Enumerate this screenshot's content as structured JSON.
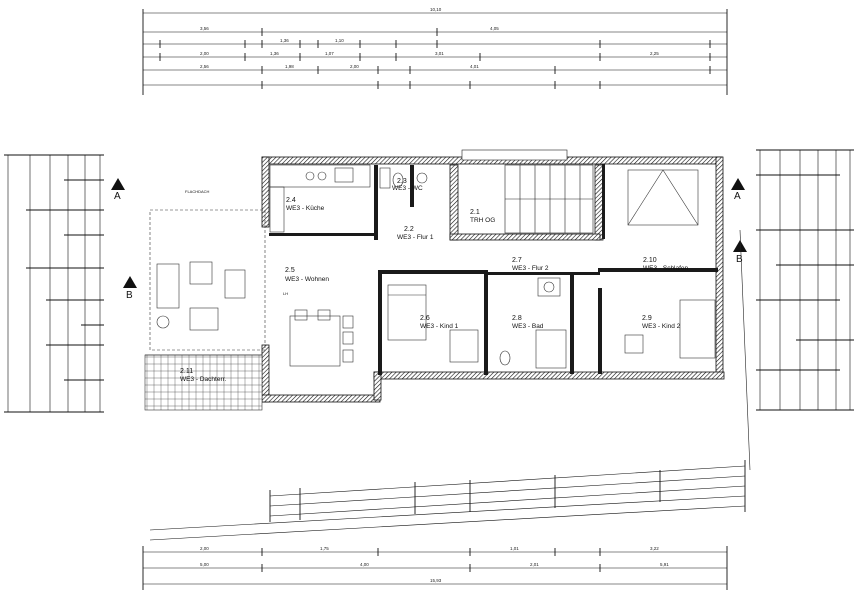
{
  "rooms": [
    {
      "number": "2.4",
      "name": "WE3 - Küche"
    },
    {
      "number": "2.3",
      "name": "WE3 - WC"
    },
    {
      "number": "2.2",
      "name": "WE3 - Flur 1"
    },
    {
      "number": "2.1",
      "name": "TRH OG"
    },
    {
      "number": "2.5",
      "name": "WE3 - Wohnen"
    },
    {
      "number": "2.7",
      "name": "WE3 - Flur 2"
    },
    {
      "number": "2.10",
      "name": "WE3 - Schlafen"
    },
    {
      "number": "2.6",
      "name": "WE3 - Kind 1"
    },
    {
      "number": "2.8",
      "name": "WE3 - Bad"
    },
    {
      "number": "2.9",
      "name": "WE3 - Kind 2"
    },
    {
      "number": "2.11",
      "name": "WE3 - Dachterr."
    }
  ],
  "section_markers": {
    "a_left": "A",
    "a_right": "A",
    "b_left": "B",
    "b_right": "B"
  },
  "labels": {
    "flachdach": "FLACHDACH",
    "lh": "LH"
  },
  "top_dims": {
    "overall": "10,10",
    "row2": [
      "3,56",
      "1,36",
      "1,10",
      "4,05"
    ],
    "row3": [
      "2,00",
      "1,36",
      "1,07",
      "3,01",
      "2,25"
    ],
    "row4": [
      "2,56",
      "1,98",
      "2,00",
      "4,01"
    ]
  },
  "bottom_dims": {
    "overall": "15,93",
    "row1": [
      "2,00",
      "1,75",
      "1,01",
      "3,22"
    ],
    "row2": [
      "5,00",
      "4,00",
      "2,01",
      "5,91"
    ]
  }
}
